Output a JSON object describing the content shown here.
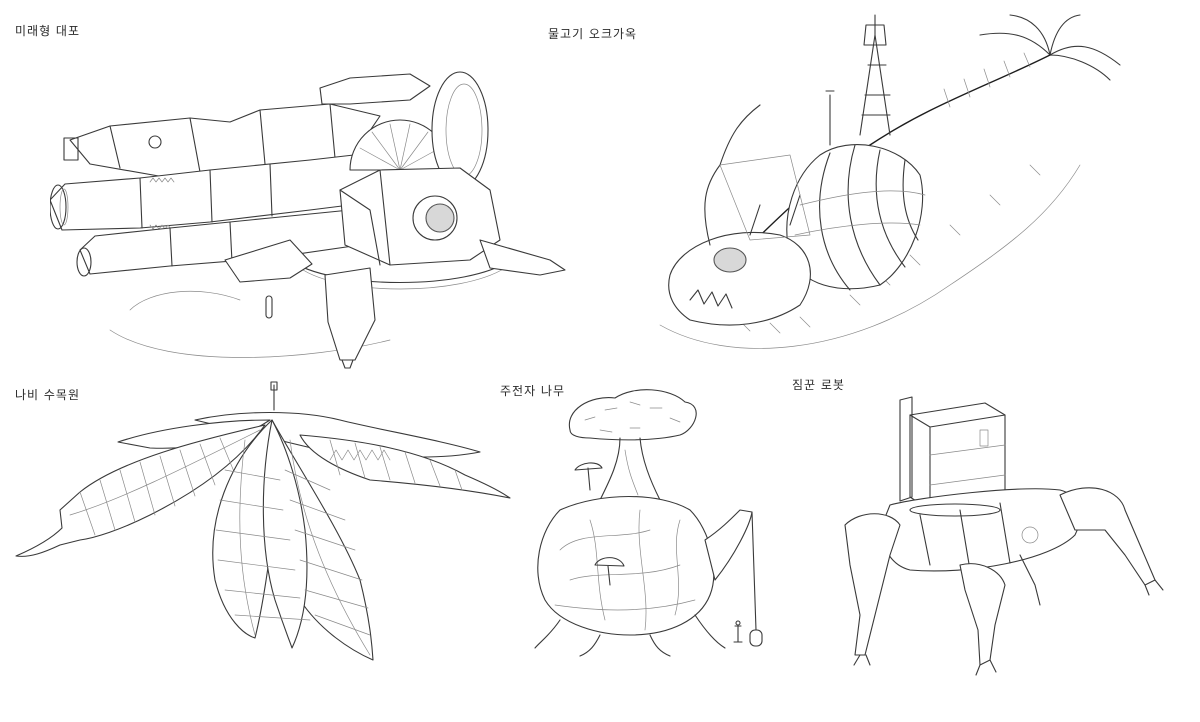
{
  "sheet": {
    "background": "#ffffff",
    "line_color": "#3a3a3a"
  },
  "items": [
    {
      "id": "future-cannon",
      "label": "미래형 대포",
      "subject": "futuristic multi-barrel cannon on tripod base"
    },
    {
      "id": "fish-orc-house",
      "label": "물고기 오크가옥",
      "subject": "orc dwelling built in giant fish skeleton"
    },
    {
      "id": "butterfly-arboretum",
      "label": "나비 수목원",
      "subject": "hanging butterfly-wing lattice arboretum"
    },
    {
      "id": "teapot-tree",
      "label": "주전자 나무",
      "subject": "teapot-shaped tree with hanging lantern"
    },
    {
      "id": "porter-robot",
      "label": "짐꾼 로봇",
      "subject": "four-legged cargo-carrying robot"
    }
  ]
}
